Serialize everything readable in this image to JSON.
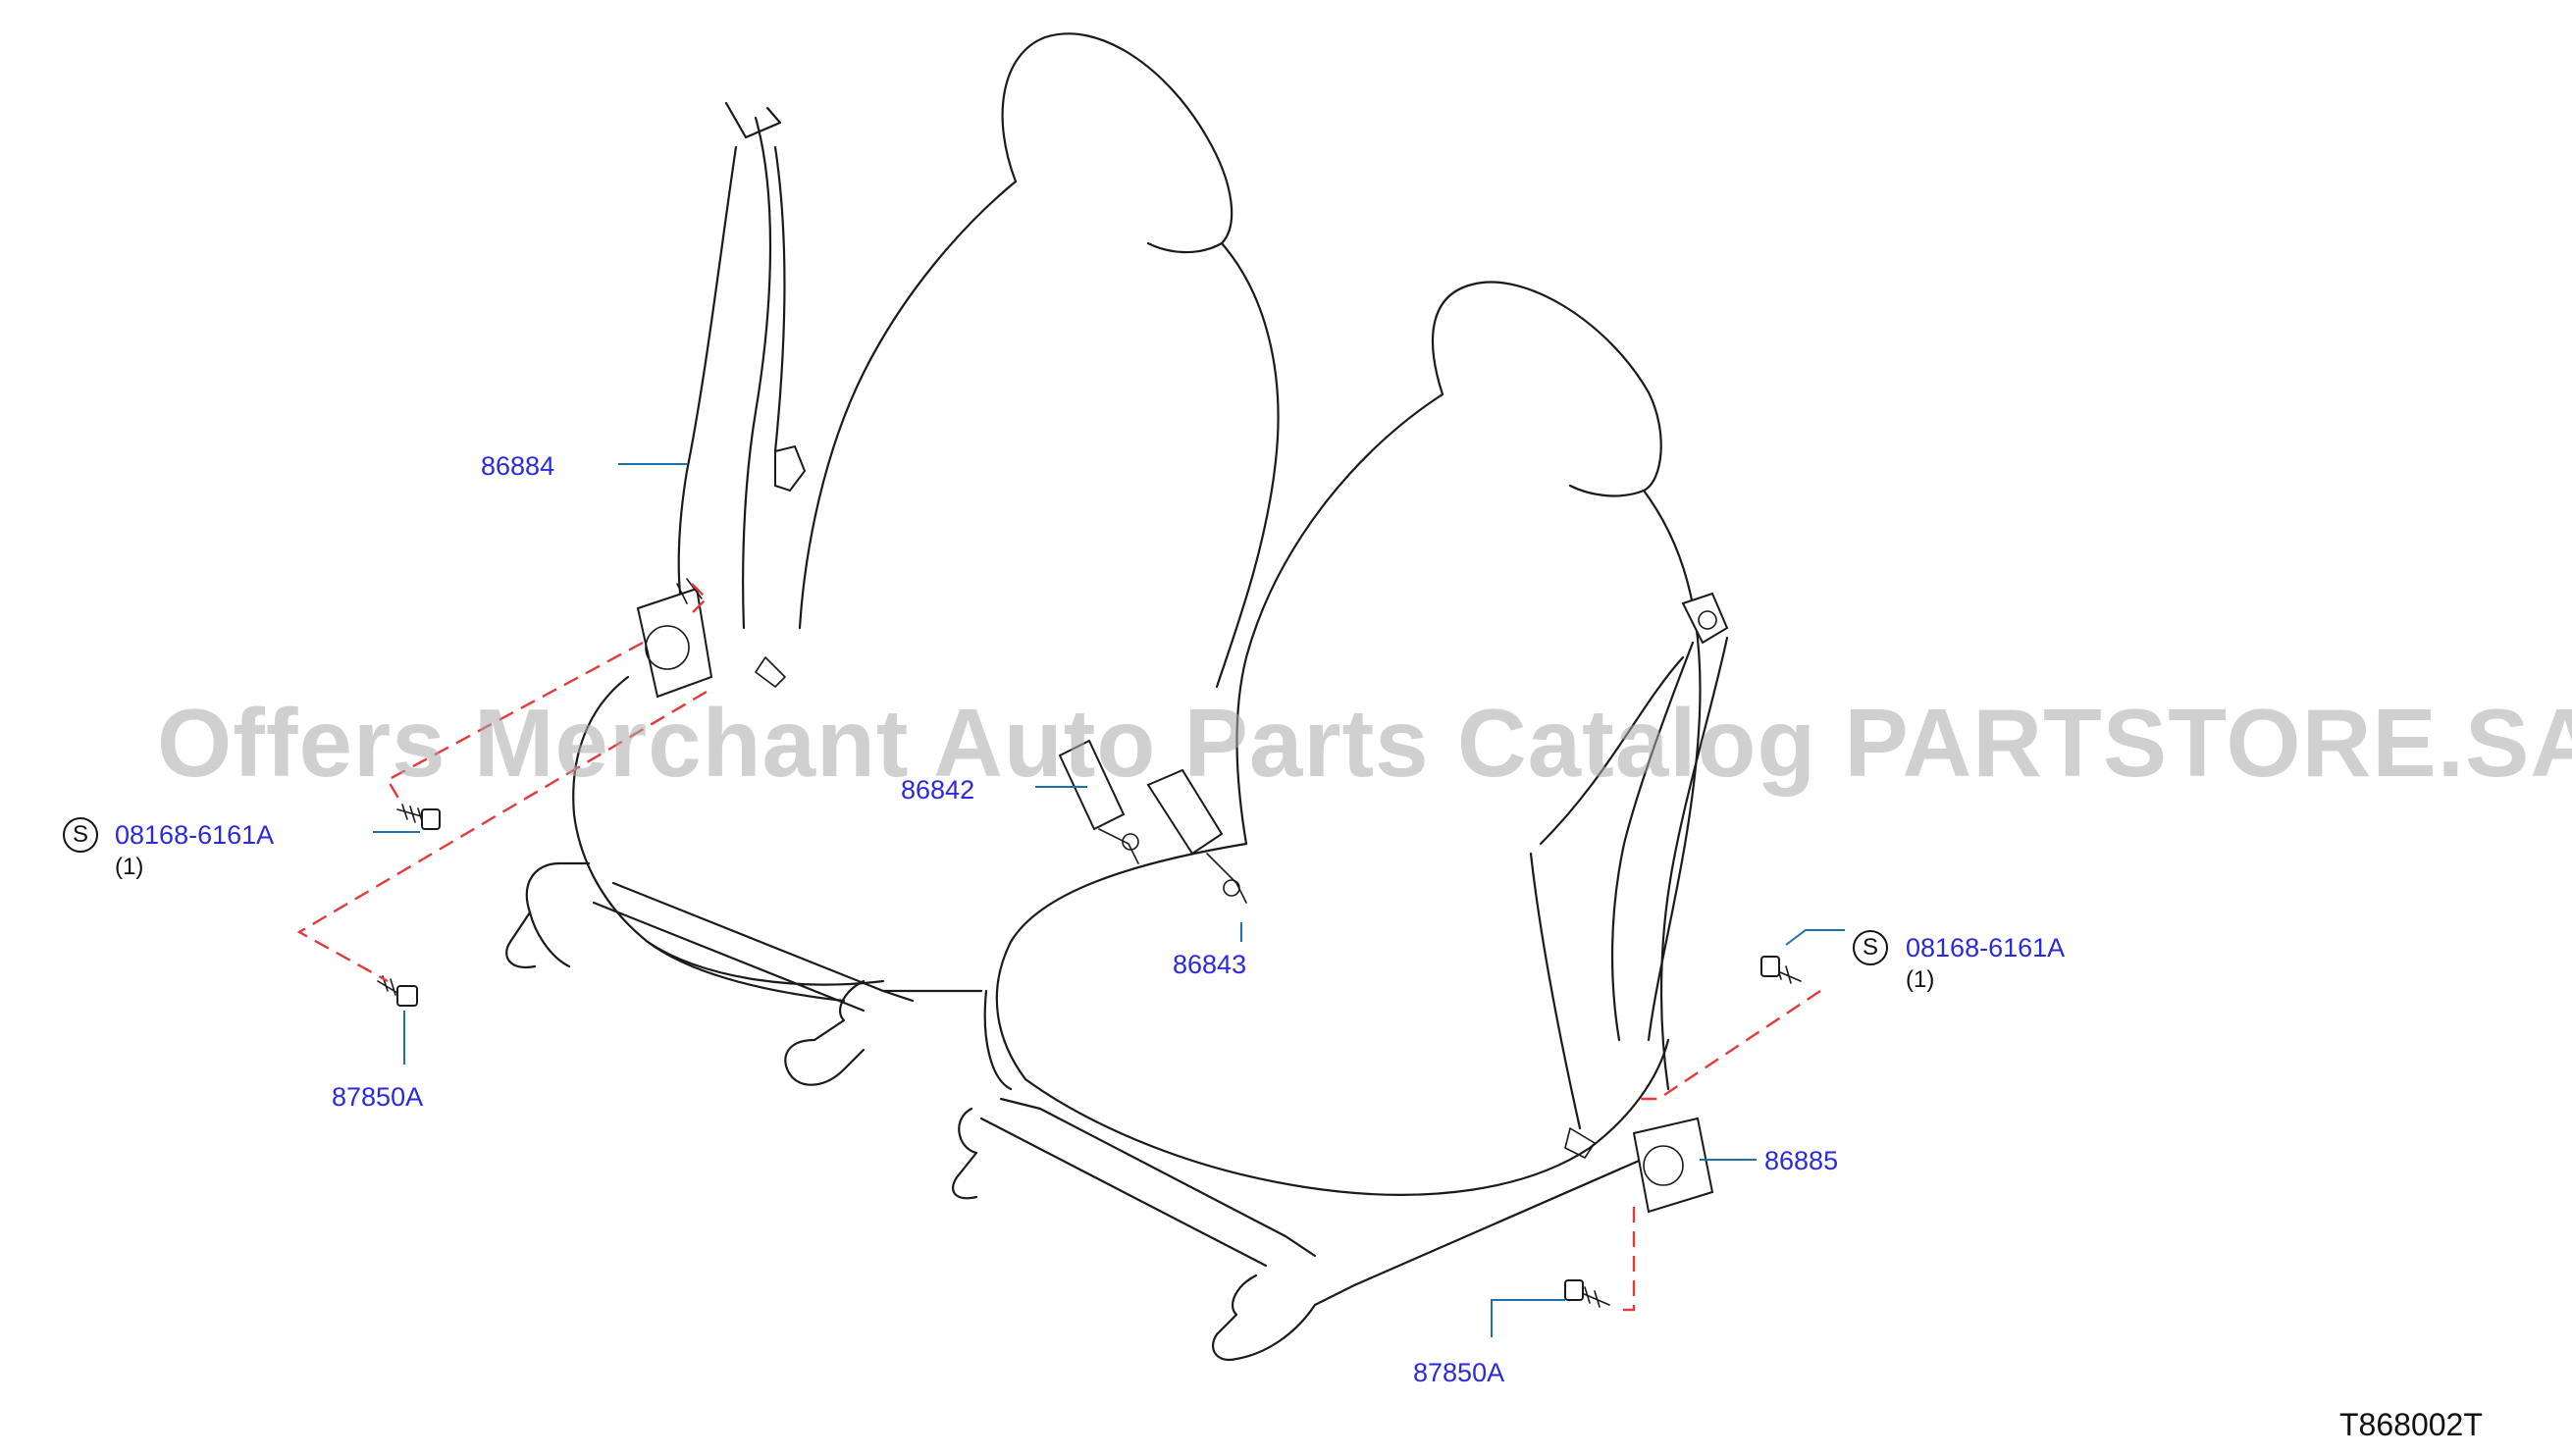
{
  "watermark": "Offers Merchant Auto Parts Catalog PARTSTORE.SA",
  "diagram_id": "T868002T",
  "callouts": {
    "belt_front_left": "86884",
    "belt_front_right": "86885",
    "buckle_left": "86842",
    "buckle_right": "86843",
    "bolt_left": "87850A",
    "bolt_right": "87850A",
    "screw_left": "08168-6161A",
    "screw_right": "08168-6161A",
    "screw_left_qty": "(1)",
    "screw_right_qty": "(1)",
    "symbol_left": "S",
    "symbol_right": "S"
  },
  "colors": {
    "callout_text": "#2a2add",
    "leader_line": "#1f6fa8",
    "dashed_link": "#e23b3b",
    "watermark": "#aaaaaa"
  }
}
